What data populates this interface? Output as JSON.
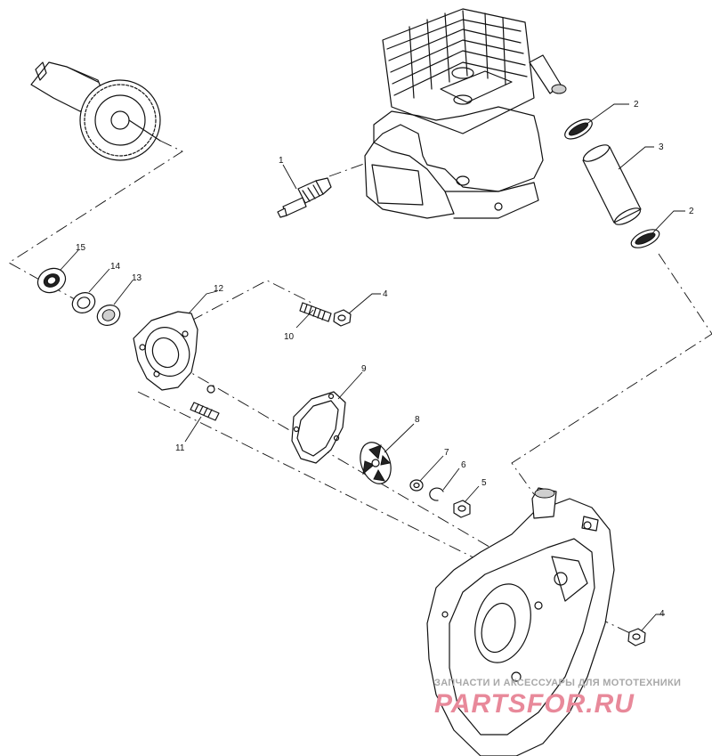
{
  "callouts": {
    "c1": "1",
    "c2a": "2",
    "c2b": "2",
    "c3": "3",
    "c4a": "4",
    "c4b": "4",
    "c5": "5",
    "c6": "6",
    "c7": "7",
    "c8": "8",
    "c9": "9",
    "c10": "10",
    "c11": "11",
    "c12": "12",
    "c13": "13",
    "c14": "14",
    "c15": "15"
  },
  "watermark": {
    "tagline": "ЗАПЧАСТИ И АКСЕССУАРЫ ДЛЯ МОТОТЕХНИКИ",
    "brand": "PARTSFOR.RU"
  }
}
